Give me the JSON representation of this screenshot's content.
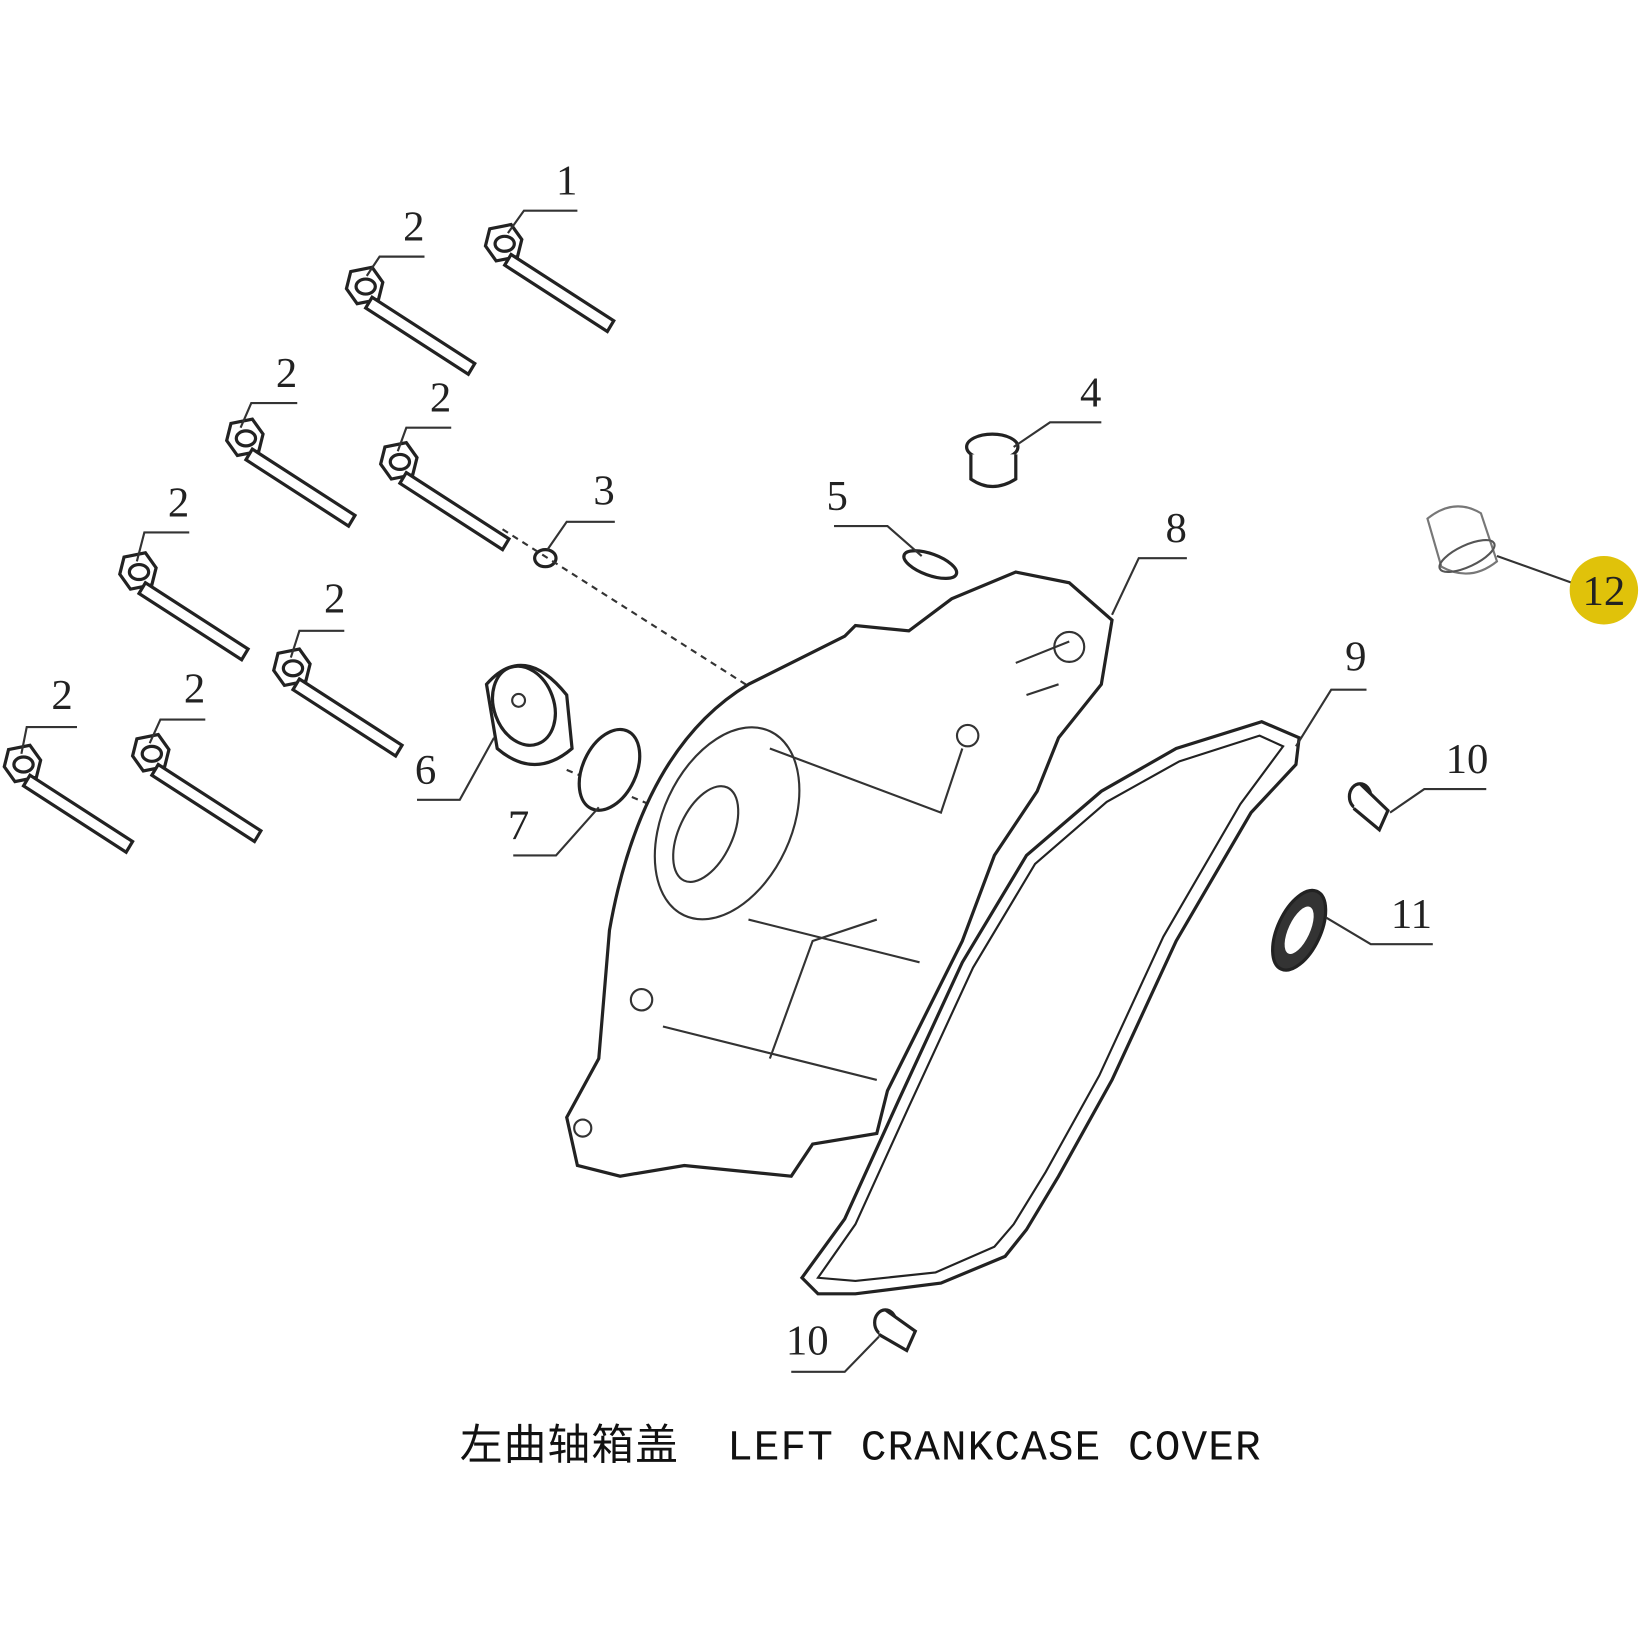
{
  "caption": {
    "chinese": "左曲轴箱盖",
    "english": "LEFT CRANKCASE COVER"
  },
  "callouts": [
    {
      "num": "1"
    },
    {
      "num": "2"
    },
    {
      "num": "2"
    },
    {
      "num": "2"
    },
    {
      "num": "3"
    },
    {
      "num": "2"
    },
    {
      "num": "2"
    },
    {
      "num": "2"
    },
    {
      "num": "2"
    },
    {
      "num": "4"
    },
    {
      "num": "5"
    },
    {
      "num": "6"
    },
    {
      "num": "7"
    },
    {
      "num": "8"
    },
    {
      "num": "9"
    },
    {
      "num": "10"
    },
    {
      "num": "11"
    },
    {
      "num": "12"
    },
    {
      "num": "10"
    }
  ],
  "highlight": {
    "callout": "12",
    "color": "#e0c20a"
  }
}
